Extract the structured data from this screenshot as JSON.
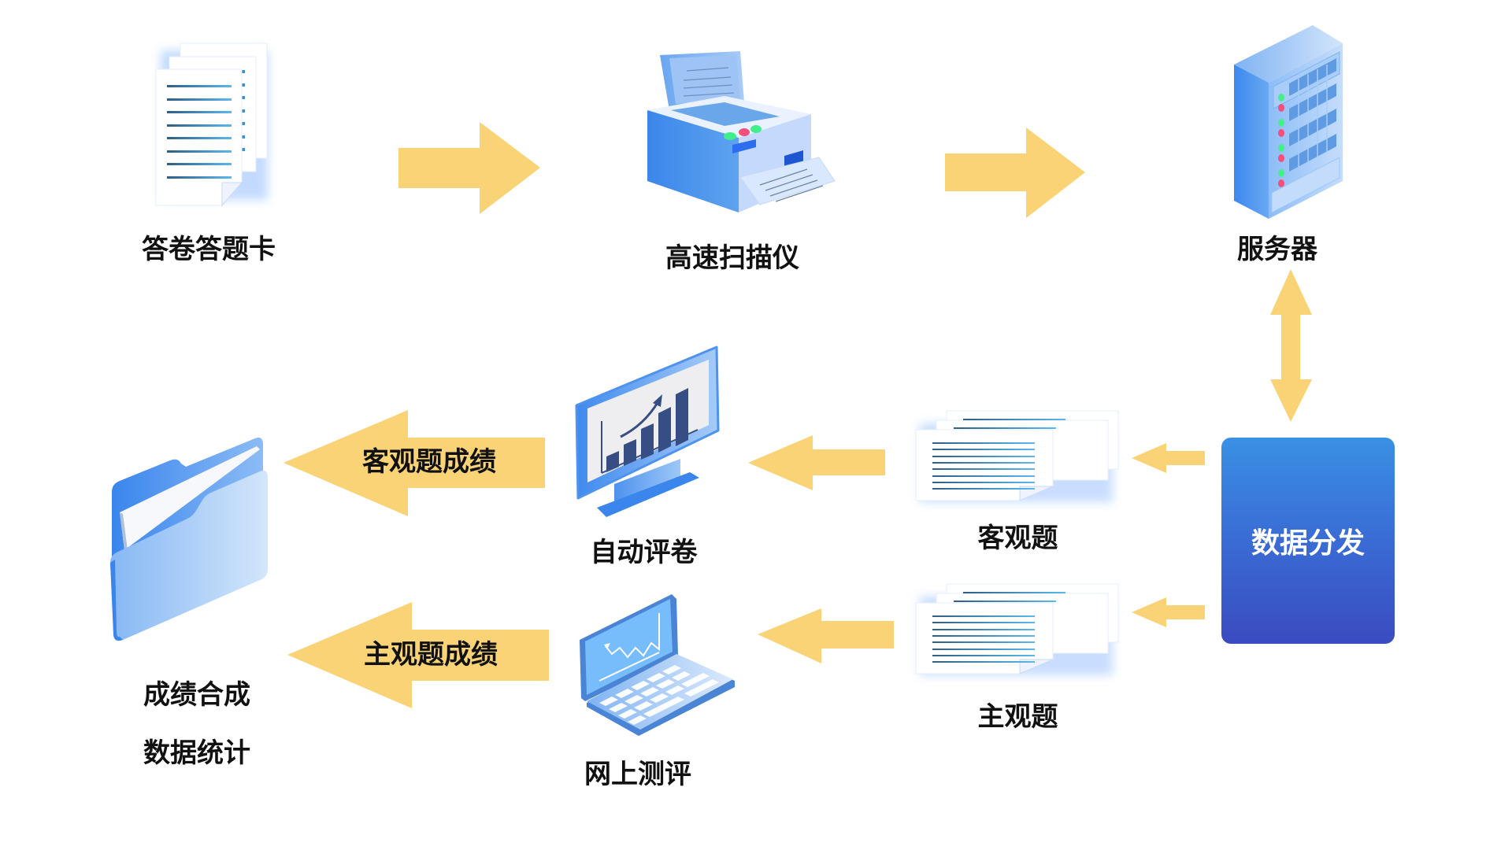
{
  "diagram": {
    "nodes": {
      "answer_sheet": {
        "label": "答卷答题卡",
        "icon": "document-stack-icon"
      },
      "scanner": {
        "label": "高速扫描仪",
        "icon": "scanner-icon"
      },
      "server": {
        "label": "服务器",
        "icon": "server-icon"
      },
      "distribution": {
        "label": "数据分发"
      },
      "objective": {
        "label": "客观题",
        "icon": "document-stack-icon"
      },
      "subjective": {
        "label": "主观题",
        "icon": "document-stack-icon"
      },
      "auto_grading": {
        "label": "自动评卷",
        "icon": "monitor-chart-icon"
      },
      "online_grading": {
        "label": "网上测评",
        "icon": "laptop-icon"
      },
      "result": {
        "label_line1": "成绩合成",
        "label_line2": "数据统计",
        "icon": "folder-icon"
      }
    },
    "arrows": {
      "objective_score": "客观题成绩",
      "subjective_score": "主观题成绩"
    },
    "colors": {
      "arrow": "#F9D376",
      "box_top": "#3A90E4",
      "box_bottom": "#3A4BC0",
      "icon_blue": "#4A90E8"
    }
  }
}
